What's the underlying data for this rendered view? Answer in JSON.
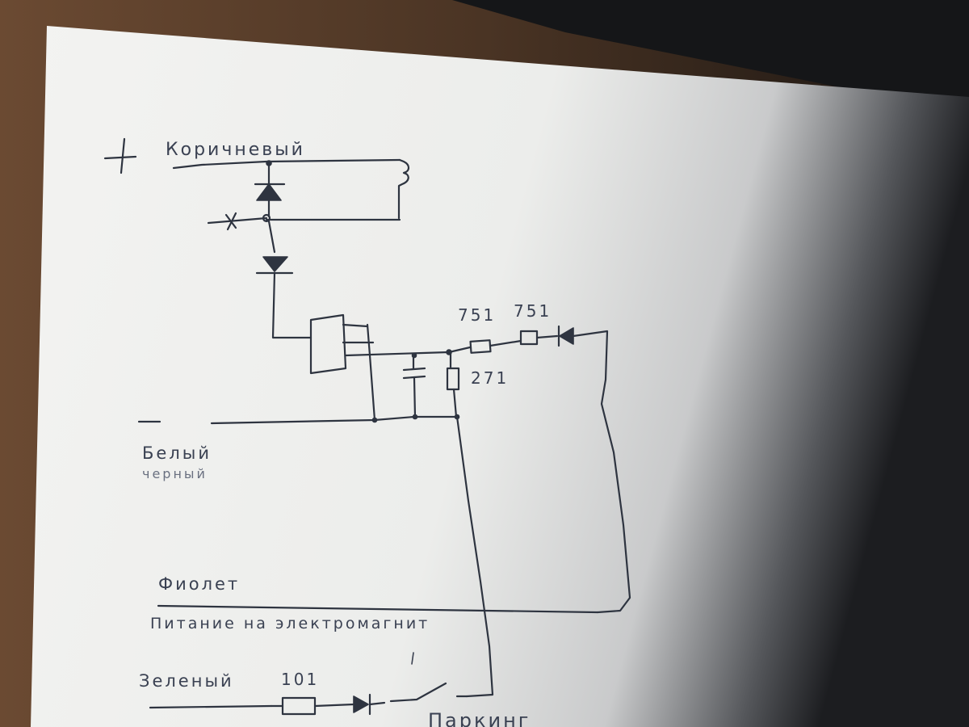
{
  "labels": {
    "plus_sign": "+",
    "brown_wire": "Коричневый",
    "minus_sign": "—",
    "white_wire": "Белый",
    "black_wire": "черный",
    "violet_wire": "Фиолет",
    "magnet_power": "Питание на электромагнит",
    "green_wire": "Зеленый",
    "parking": "Паркинг"
  },
  "component_labels": {
    "resistor_a": "751",
    "resistor_b": "751",
    "resistor_c": "271",
    "resistor_d": "101"
  },
  "colors": {
    "ink": "#2e3440",
    "paper_light": "#f2f2f0",
    "paper_shadow": "#7a7c80",
    "desk": "#3b2a1f"
  }
}
